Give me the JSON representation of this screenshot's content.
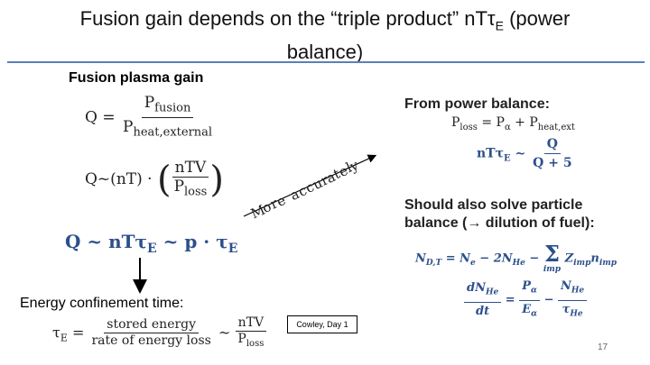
{
  "slide": {
    "title_line1": "Fusion gain depends on the “triple product” nTτ",
    "title_sub": "E",
    "title_line1_end": " (power",
    "title_line2": "balance)",
    "subtitle": "Fusion plasma gain",
    "page_number": "17",
    "footnote_box": "Cowley, Day 1"
  },
  "left_math": {
    "q_def": {
      "lhs": "Q =",
      "num": "P",
      "num_sub": "fusion",
      "den": "P",
      "den_sub": "heat,external"
    },
    "q_scaling": {
      "lhs": "Q~(nT) ·",
      "num": "nTV",
      "den": "P",
      "den_sub": "loss"
    },
    "bold_eq": "Q ~ nTτ",
    "bold_eq_sub": "E",
    "bold_eq_mid": " ~ p · τ",
    "bold_eq_sub2": "E"
  },
  "arrow_annotation": [
    "M",
    "o",
    "r",
    "e",
    " ",
    "a",
    "c",
    "c",
    "u",
    "r",
    "a",
    "t",
    "e",
    "l",
    "y"
  ],
  "energy_confinement": {
    "label": "Energy confinement time:",
    "lhs": "τ",
    "lhs_sub": "E",
    "equals": "=",
    "num": "stored energy",
    "den": "rate of energy loss",
    "approx": "~",
    "num2": "nTV",
    "den2": "P",
    "den2_sub": "loss"
  },
  "right_panel": {
    "header1": "From power balance:",
    "ploss_eq": {
      "lhs": "P",
      "lhs_sub": "loss",
      "rhs": " = P",
      "rhs_sub1": "α",
      "rhs_mid": " + P",
      "rhs_sub2": "heat,ext"
    },
    "ntt_eq": {
      "lhs": "nTτ",
      "lhs_sub": "E",
      "approx": " ~",
      "num": "Q",
      "den": "Q + 5"
    },
    "header2_line1": "Should also solve particle",
    "header2_line2": "balance (→ dilution of fuel):",
    "n_eq": {
      "lhs": "N",
      "lhs_sub": "D,T",
      "rhs": " = N",
      "rhs_sub": "e",
      "mid": " − 2N",
      "mid_sub": "He",
      "minus": " −",
      "sigma": "Σ",
      "sigma_sub": "imp",
      "term": "Z",
      "term_sub": "imp",
      "term2": "n",
      "term2_sub": "imp"
    },
    "dn_eq": {
      "lhs_num": "dN",
      "lhs_num_sub": "He",
      "lhs_den": "dt",
      "eq": "=",
      "num1": "P",
      "num1_sub": "α",
      "den1": "E",
      "den1_sub": "α",
      "minus": "−",
      "num2": "N",
      "num2_sub": "He",
      "den2": "τ",
      "den2_sub": "He"
    }
  }
}
